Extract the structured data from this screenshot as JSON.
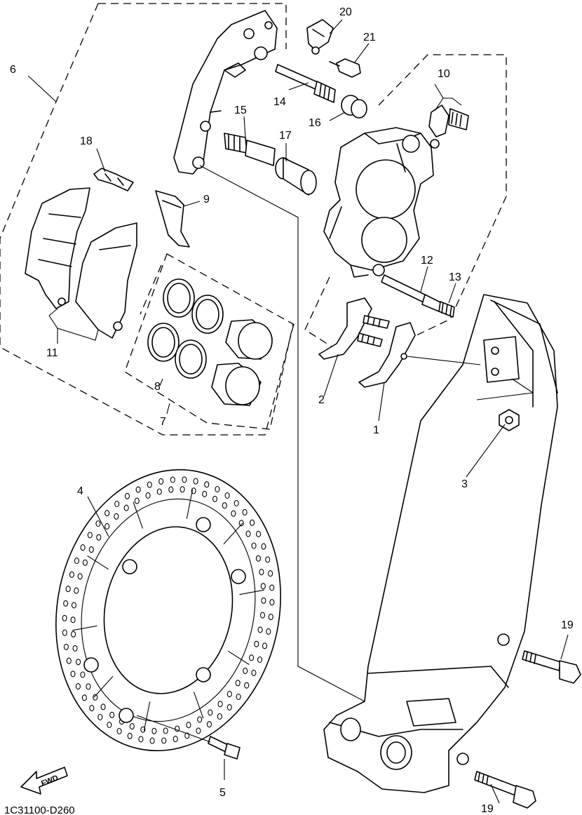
{
  "diagram_code": "1C31100-D260",
  "fwd_label": "FWD",
  "callouts": {
    "c1": "1",
    "c2": "2",
    "c3": "3",
    "c4": "4",
    "c5": "5",
    "c6": "6",
    "c7": "7",
    "c8": "8",
    "c9": "9",
    "c10": "10",
    "c11": "11",
    "c12": "12",
    "c13": "13",
    "c14": "14",
    "c15": "15",
    "c16": "16",
    "c17": "17",
    "c18": "18",
    "c19a": "19",
    "c19b": "19",
    "c20": "20",
    "c21": "21"
  }
}
